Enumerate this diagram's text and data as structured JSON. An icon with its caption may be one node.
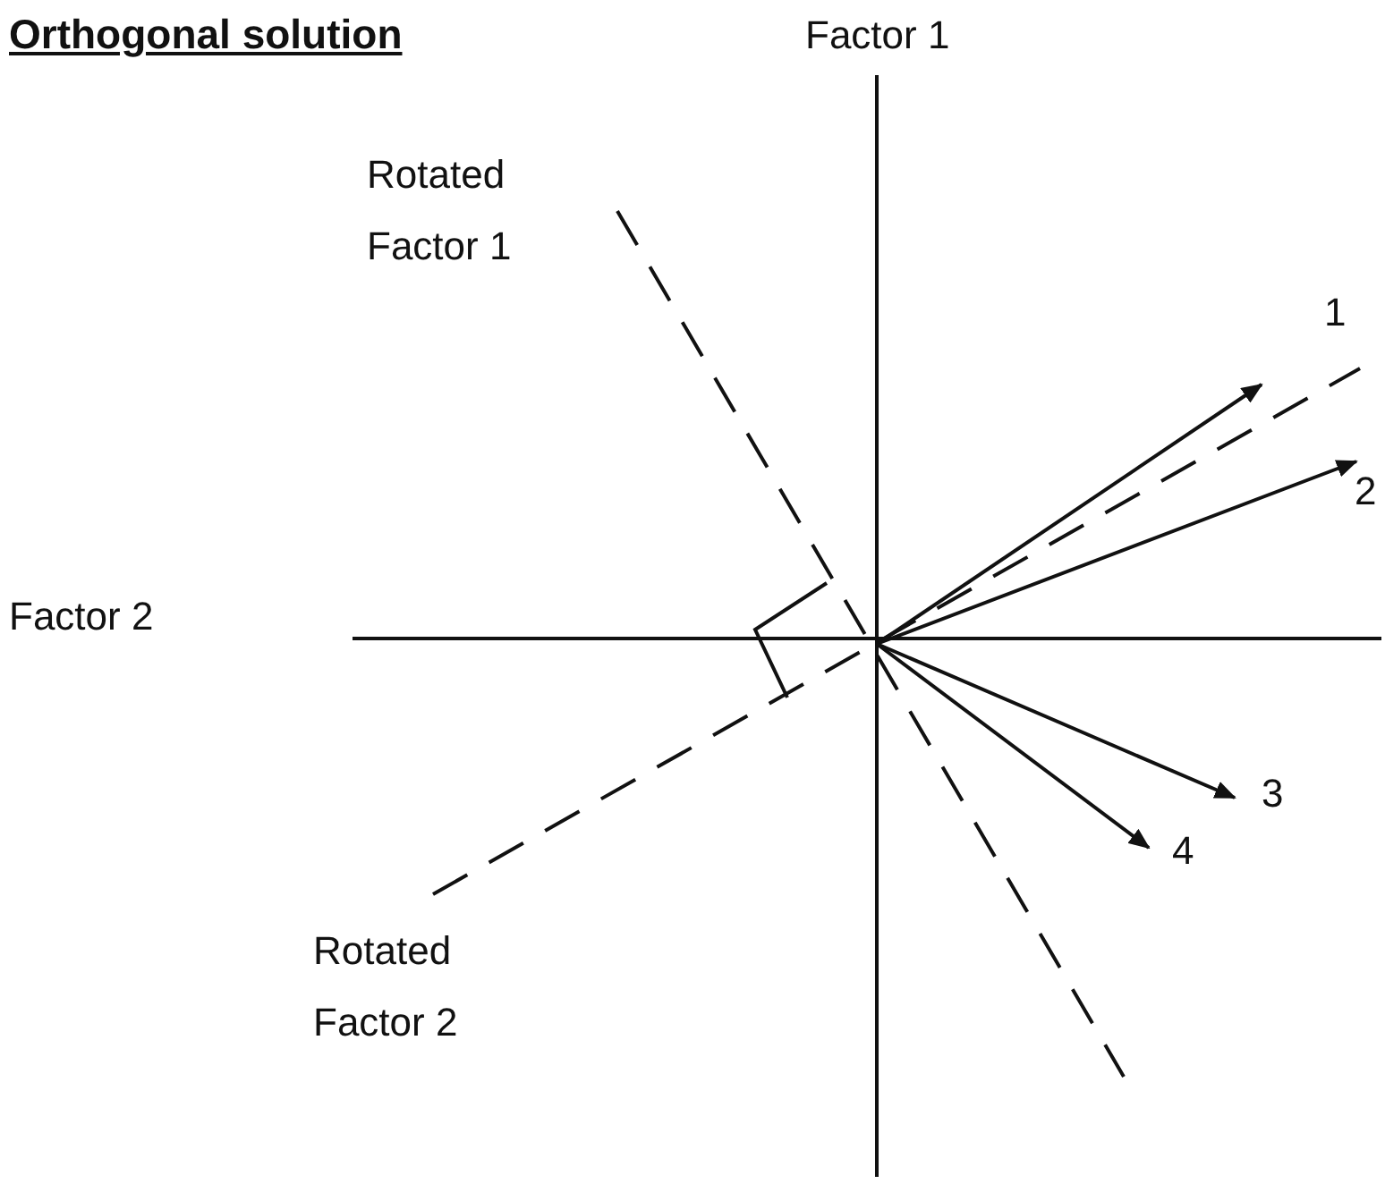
{
  "diagram": {
    "title": "Orthogonal solution",
    "labels": [
      "Factor 1",
      "Rotated Factor 1",
      "Factor 2",
      "1",
      "2",
      "3",
      "4",
      "Rotated Factor 2"
    ]
  }
}
